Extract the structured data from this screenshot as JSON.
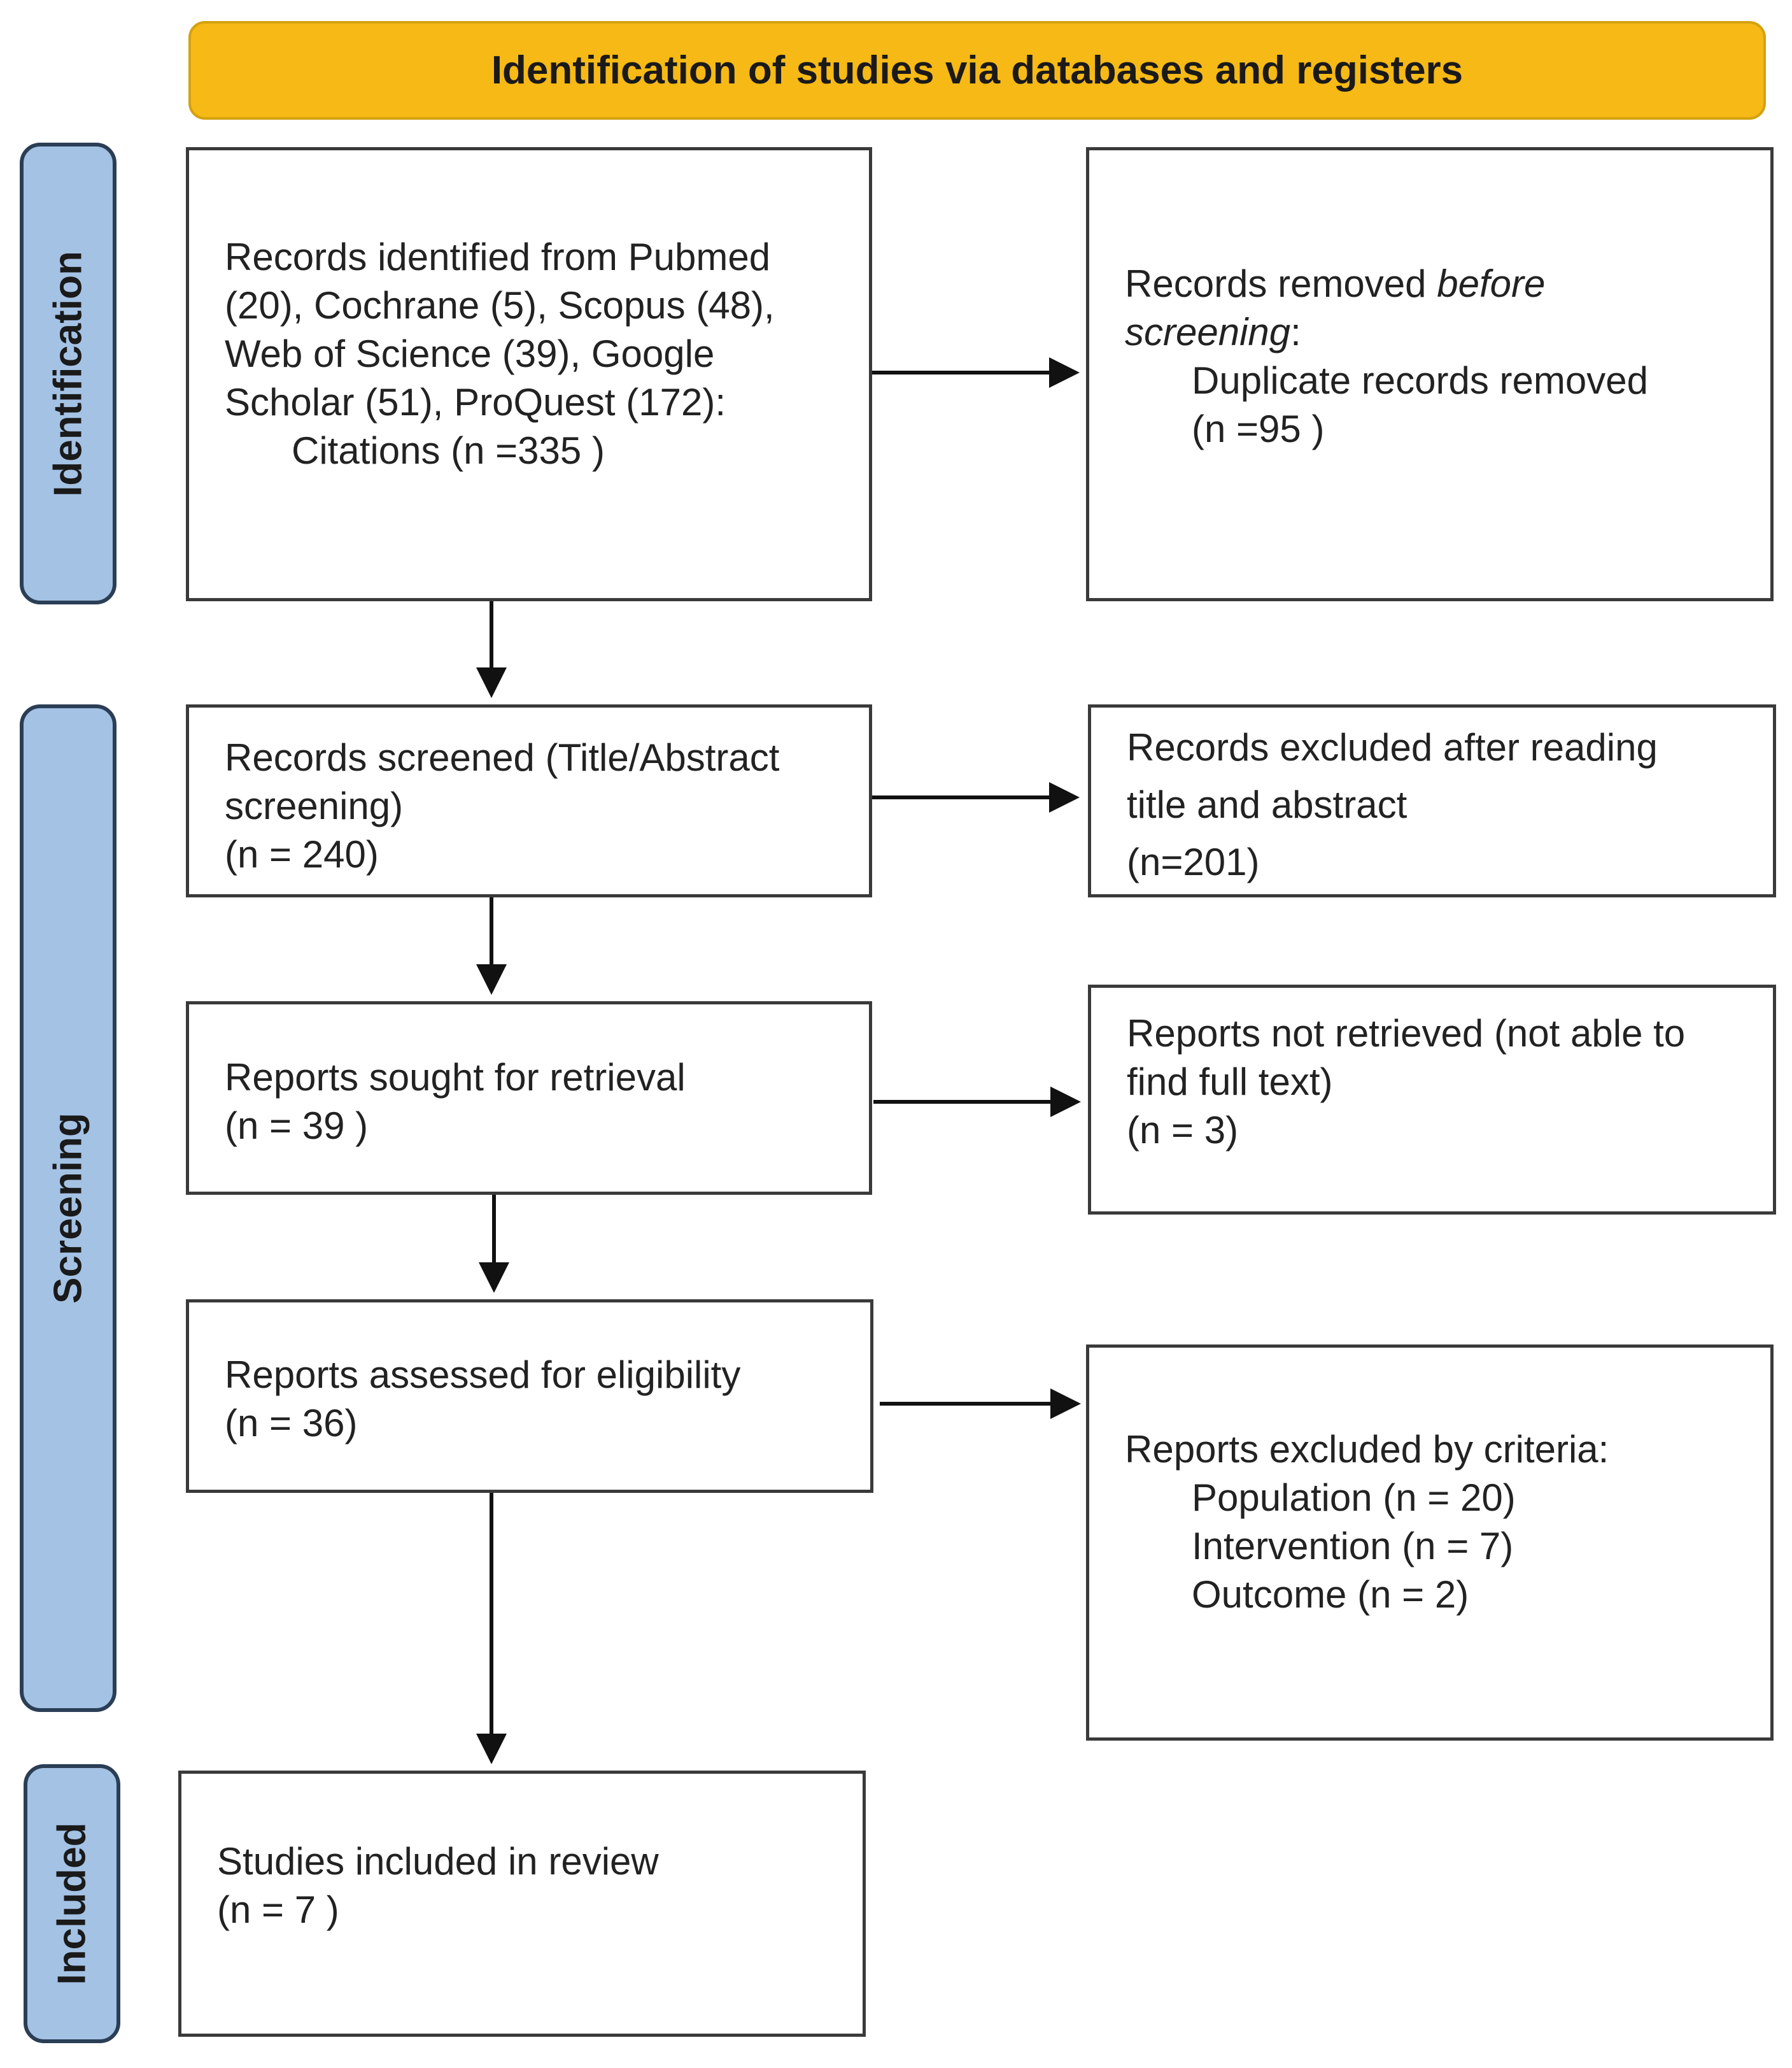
{
  "header": {
    "title": "Identification of studies via databases and registers"
  },
  "phases": {
    "identification": "Identification",
    "screening": "Screening",
    "included": "Included"
  },
  "boxes": {
    "records_identified": {
      "line1": "Records identified from Pubmed",
      "line2": "(20), Cochrane (5), Scopus (48),",
      "line3": "Web of Science (39), Google",
      "line4": "Scholar (51), ProQuest (172):",
      "line5": "Citations (n =335 )"
    },
    "records_removed": {
      "prefix": "Records removed ",
      "before": "before",
      "screening": "screening",
      "colon": ":",
      "line3": "Duplicate records removed",
      "line4": "(n =95 )"
    },
    "records_screened": {
      "line1": "Records screened (Title/Abstract",
      "line2": "screening)",
      "line3": "(n = 240)"
    },
    "records_excluded": {
      "line1": "Records excluded after reading",
      "line2": "title and abstract",
      "line3": "(n=201)"
    },
    "reports_sought": {
      "line1": "Reports sought for retrieval",
      "line2": "(n = 39 )"
    },
    "reports_not_retrieved": {
      "line1": "Reports not retrieved (not able to",
      "line2": "find full text)",
      "line3": "(n = 3)"
    },
    "reports_assessed": {
      "line1": "Reports assessed for eligibility",
      "line2": "(n = 36)"
    },
    "reports_excluded": {
      "line1": "Reports excluded by criteria:",
      "line2": "Population (n = 20)",
      "line3": "Intervention (n = 7)",
      "line4": "Outcome (n = 2)"
    },
    "studies_included": {
      "line1": "Studies included in review",
      "line2": "(n = 7 )"
    }
  },
  "colors": {
    "header_fill": "#f6b915",
    "phase_fill": "#a4c2e4",
    "phase_border": "#2a3e55",
    "box_border": "#3a3a3a",
    "arrow": "#111111"
  }
}
